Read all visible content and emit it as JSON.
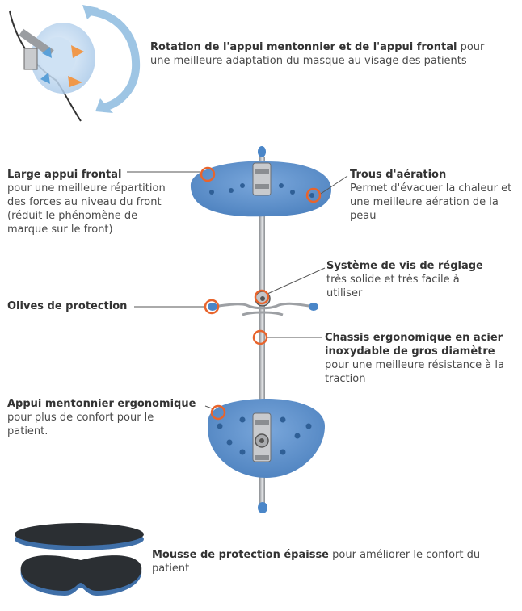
{
  "colors": {
    "accent_circle": "#e8642c",
    "pad_blue": "#5a8fcb",
    "pad_blue_dark": "#3f6fa8",
    "steel": "#b9bcc0",
    "foam": "#2b2f33",
    "leader_line": "#555555"
  },
  "callouts": {
    "rotation": {
      "title": "Rotation de l'appui mentonnier et de l'appui frontal",
      "desc": " pour une meilleure adaptation du masque au visage des patients"
    },
    "frontal": {
      "title": "Large appui frontal",
      "desc": "pour une meilleure répartition des forces au niveau du front (réduit le phénomène de marque sur le front)"
    },
    "aeration": {
      "title": "Trous d'aération",
      "desc": "Permet d'évacuer la chaleur et une meilleure aération de la peau"
    },
    "vis": {
      "title": "Système de vis de réglage",
      "desc": "très solide et très facile à utiliser"
    },
    "olives": {
      "title": "Olives de protection"
    },
    "chassis": {
      "title": "Chassis ergonomique en acier inoxydable de gros diamètre",
      "desc": "pour une meilleure résistance à la traction"
    },
    "mentonnier": {
      "title": "Appui mentonnier ergonomique",
      "desc": "pour plus de confort pour le patient."
    },
    "mousse": {
      "title": "Mousse de protection épaisse",
      "desc": " pour améliorer le confort du patient"
    }
  },
  "icons": [
    "rotation-arrows-icon",
    "highlight-circle-icon"
  ]
}
